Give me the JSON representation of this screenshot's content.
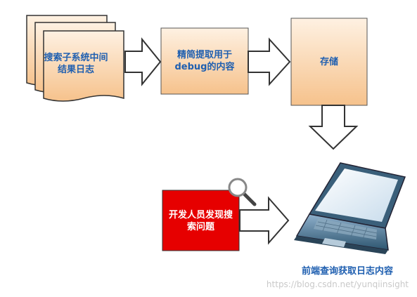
{
  "nodes": {
    "log_source": "搜索子系统中间\n结果日志",
    "extract": "精简提取用于\ndebug的内容",
    "storage": "存储",
    "developer": "开发人员发现搜\n索问题",
    "frontend": "前端查询获取日志内容"
  },
  "watermark": "https://blog.csdn.net/yunqiinsight",
  "colors": {
    "node_fill_top": "#fde9d2",
    "node_fill_bottom": "#f7c793",
    "node_text": "#1f5fb0",
    "developer_fill": "#e60000"
  }
}
